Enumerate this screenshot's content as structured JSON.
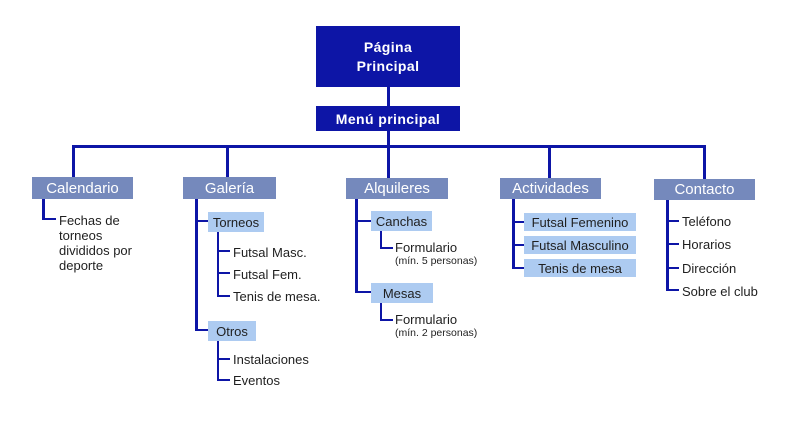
{
  "colors": {
    "dark_blue": "#0d15a6",
    "slate_blue": "#7589bc",
    "light_blue": "#adcbf1",
    "text": "#1f1f1f",
    "background": "#ffffff"
  },
  "diagram": {
    "root": "Página Principal",
    "menu": "Menú principal"
  },
  "branches": {
    "calendario": {
      "label": "Calendario",
      "note": "Fechas de torneos divididos por deporte"
    },
    "galeria": {
      "label": "Galería",
      "torneos": {
        "label": "Torneos",
        "items": [
          "Futsal Masc.",
          "Futsal Fem.",
          "Tenis de mesa."
        ]
      },
      "otros": {
        "label": "Otros",
        "items": [
          "Instalaciones",
          "Eventos"
        ]
      }
    },
    "alquileres": {
      "label": "Alquileres",
      "canchas": {
        "label": "Canchas",
        "form": "Formulario",
        "note": "(mín. 5 personas)"
      },
      "mesas": {
        "label": "Mesas",
        "form": "Formulario",
        "note": "(mín. 2 personas)"
      }
    },
    "actividades": {
      "label": "Actividades",
      "items": [
        "Futsal Femenino",
        "Futsal Masculino",
        "Tenis de mesa"
      ]
    },
    "contacto": {
      "label": "Contacto",
      "items": [
        "Teléfono",
        "Horarios",
        "Dirección",
        "Sobre el club"
      ]
    }
  }
}
